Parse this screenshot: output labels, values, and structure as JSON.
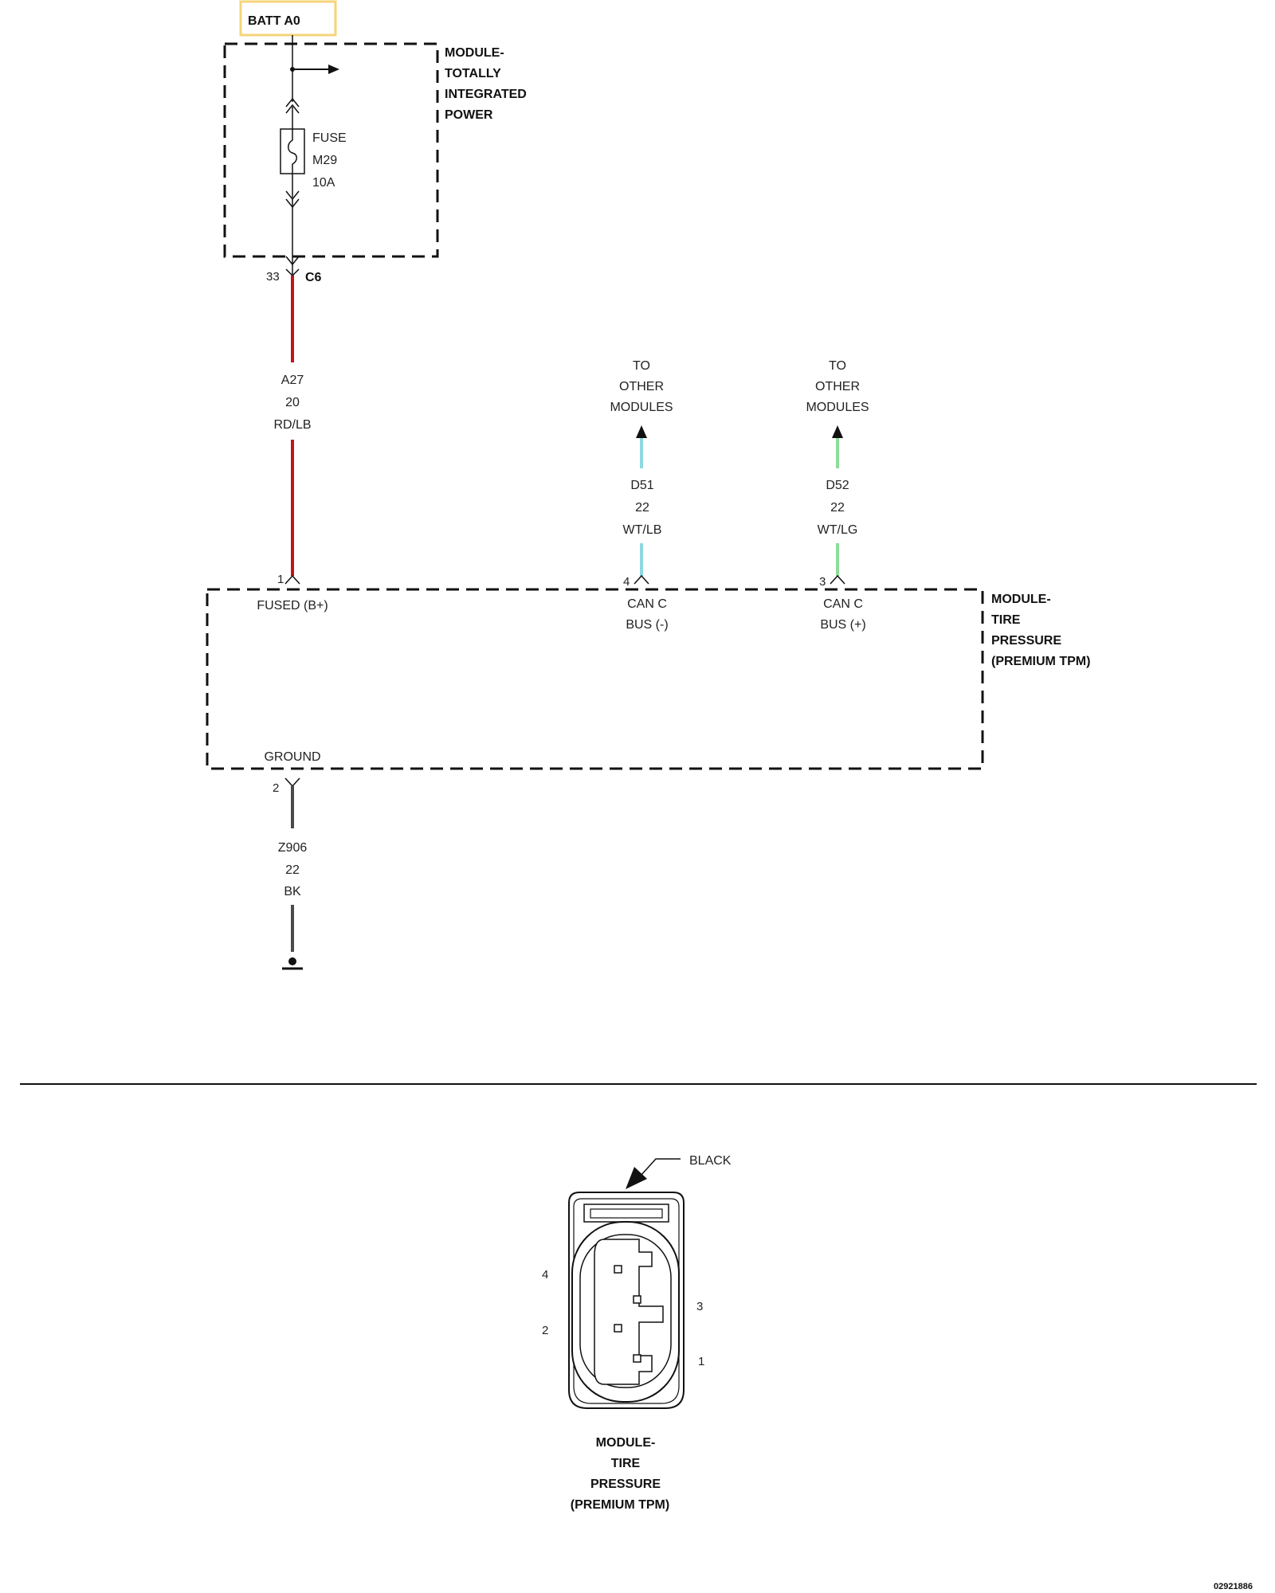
{
  "batt_label": "BATT A0",
  "power_module": {
    "name_lines": [
      "MODULE-",
      "TOTALLY",
      "INTEGRATED",
      "POWER"
    ]
  },
  "fuse": {
    "lines": [
      "FUSE",
      "M29",
      "10A"
    ]
  },
  "connector_c6": {
    "pin": "33",
    "name": "C6"
  },
  "wires": {
    "a27": {
      "lines": [
        "A27",
        "20",
        "RD/LB"
      ],
      "color": "#c0141c"
    },
    "d51": {
      "lines": [
        "D51",
        "22",
        "WT/LB"
      ],
      "color": "#8fd8e0"
    },
    "d52": {
      "lines": [
        "D52",
        "22",
        "WT/LG"
      ],
      "color": "#8fdc9a"
    },
    "z906": {
      "lines": [
        "Z906",
        "22",
        "BK"
      ],
      "color": "#4a4a4a"
    }
  },
  "to_other_modules": [
    "TO",
    "OTHER",
    "MODULES"
  ],
  "tpm_module": {
    "name_lines": [
      "MODULE-",
      "TIRE",
      "PRESSURE",
      "(PREMIUM TPM)"
    ],
    "pins": {
      "p1": {
        "num": "1",
        "label": [
          "FUSED (B+)"
        ]
      },
      "p4": {
        "num": "4",
        "label": [
          "CAN C",
          "BUS (-)"
        ]
      },
      "p3": {
        "num": "3",
        "label": [
          "CAN C",
          "BUS (+)"
        ]
      },
      "p2": {
        "num": "2",
        "label": [
          "GROUND"
        ]
      }
    }
  },
  "connector_view": {
    "color_label": "BLACK",
    "pin_numbers": {
      "p4": "4",
      "p2": "2",
      "p3": "3",
      "p1": "1"
    },
    "name_lines": [
      "MODULE-",
      "TIRE",
      "PRESSURE",
      "(PREMIUM TPM)"
    ]
  },
  "figure_id": "02921886",
  "colors": {
    "batt_box_border": "#f5d57a",
    "line": "#111111"
  }
}
